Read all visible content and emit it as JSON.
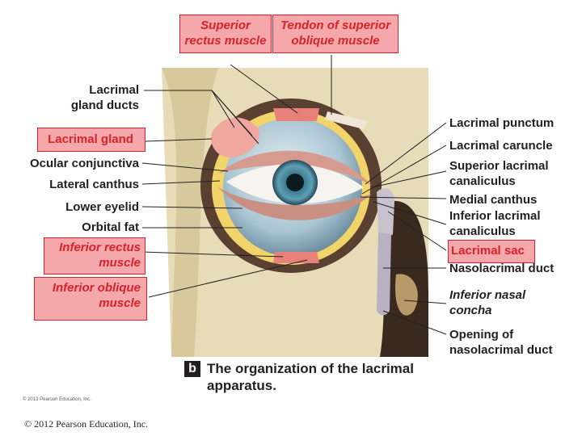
{
  "labels": {
    "superior_rectus": "Superior rectus muscle",
    "tendon_superior_oblique": "Tendon of superior oblique muscle",
    "lacrimal_gland_ducts": "Lacrimal gland ducts",
    "lacrimal_gland": "Lacrimal gland",
    "ocular_conjunctiva": "Ocular conjunctiva",
    "lateral_canthus": "Lateral canthus",
    "lower_eyelid": "Lower eyelid",
    "orbital_fat": "Orbital fat",
    "inferior_rectus": "Inferior rectus muscle",
    "inferior_oblique": "Inferior oblique muscle",
    "lacrimal_punctum": "Lacrimal punctum",
    "lacrimal_caruncle": "Lacrimal caruncle",
    "superior_lacrimal_canaliculus": "Superior lacrimal canaliculus",
    "medial_canthus": "Medial canthus",
    "inferior_lacrimal_canaliculus": "Inferior lacrimal canaliculus",
    "lacrimal_sac": "Lacrimal sac",
    "nasolacrimal_duct": "Nasolacrimal duct",
    "inferior_nasal_concha": "Inferior nasal concha",
    "opening_nasolacrimal_duct": "Opening of nasolacrimal duct"
  },
  "caption": {
    "badge": "b",
    "text": "The organization of the lacrimal apparatus."
  },
  "copyright_small": "© 2013 Pearson Education, Inc.",
  "copyright": "© 2012 Pearson Education, Inc.",
  "colors": {
    "highlight_fill": "#f4a8ac",
    "highlight_border": "#d8232a",
    "highlight_text": "#d8232a"
  }
}
